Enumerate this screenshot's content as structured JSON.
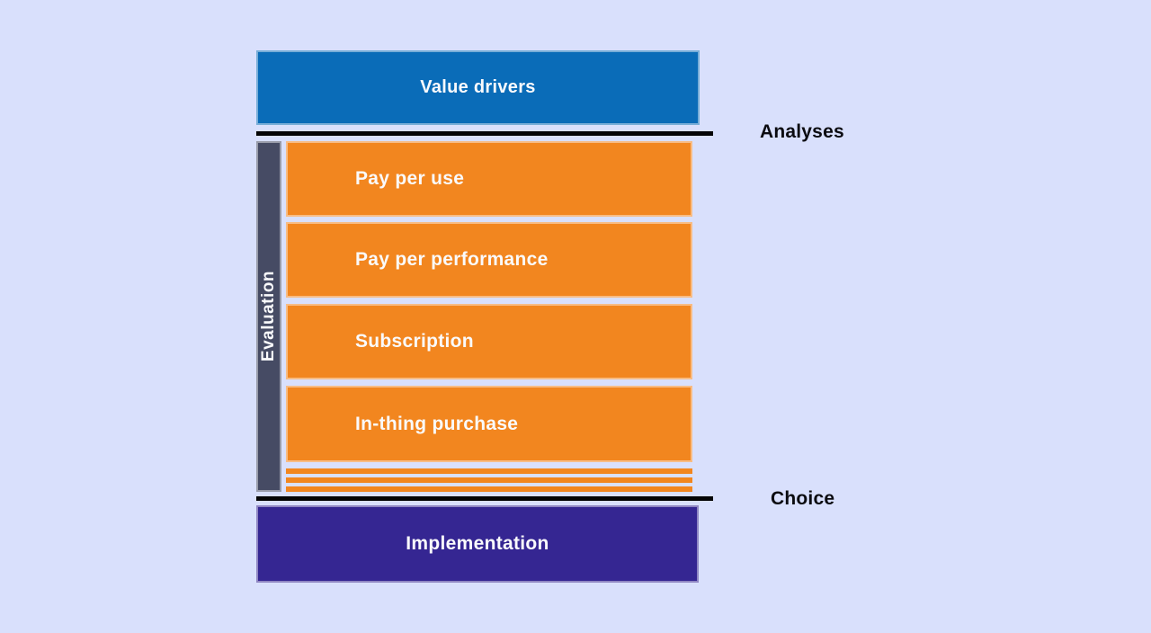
{
  "diagram": {
    "title_box": {
      "label": "Value drivers"
    },
    "stage_labels": {
      "analyses": "Analyses",
      "choice": "Choice"
    },
    "sidebar": {
      "label": "Evaluation"
    },
    "options": {
      "items": [
        "Pay per use",
        "Pay per performance",
        "Subscription",
        "In-thing purchase"
      ],
      "truncated_strip_count": 3
    },
    "bottom_box": {
      "label": "Implementation"
    },
    "colors": {
      "background": "#d9e0fc",
      "value_drivers_box": "#0a6cb8",
      "option_box": "#f2861f",
      "sidebar_box": "#464b64",
      "implementation_box": "#352692",
      "divider_line": "#050505",
      "label_text": "#0b0b10",
      "box_text": "#fafafc"
    }
  }
}
